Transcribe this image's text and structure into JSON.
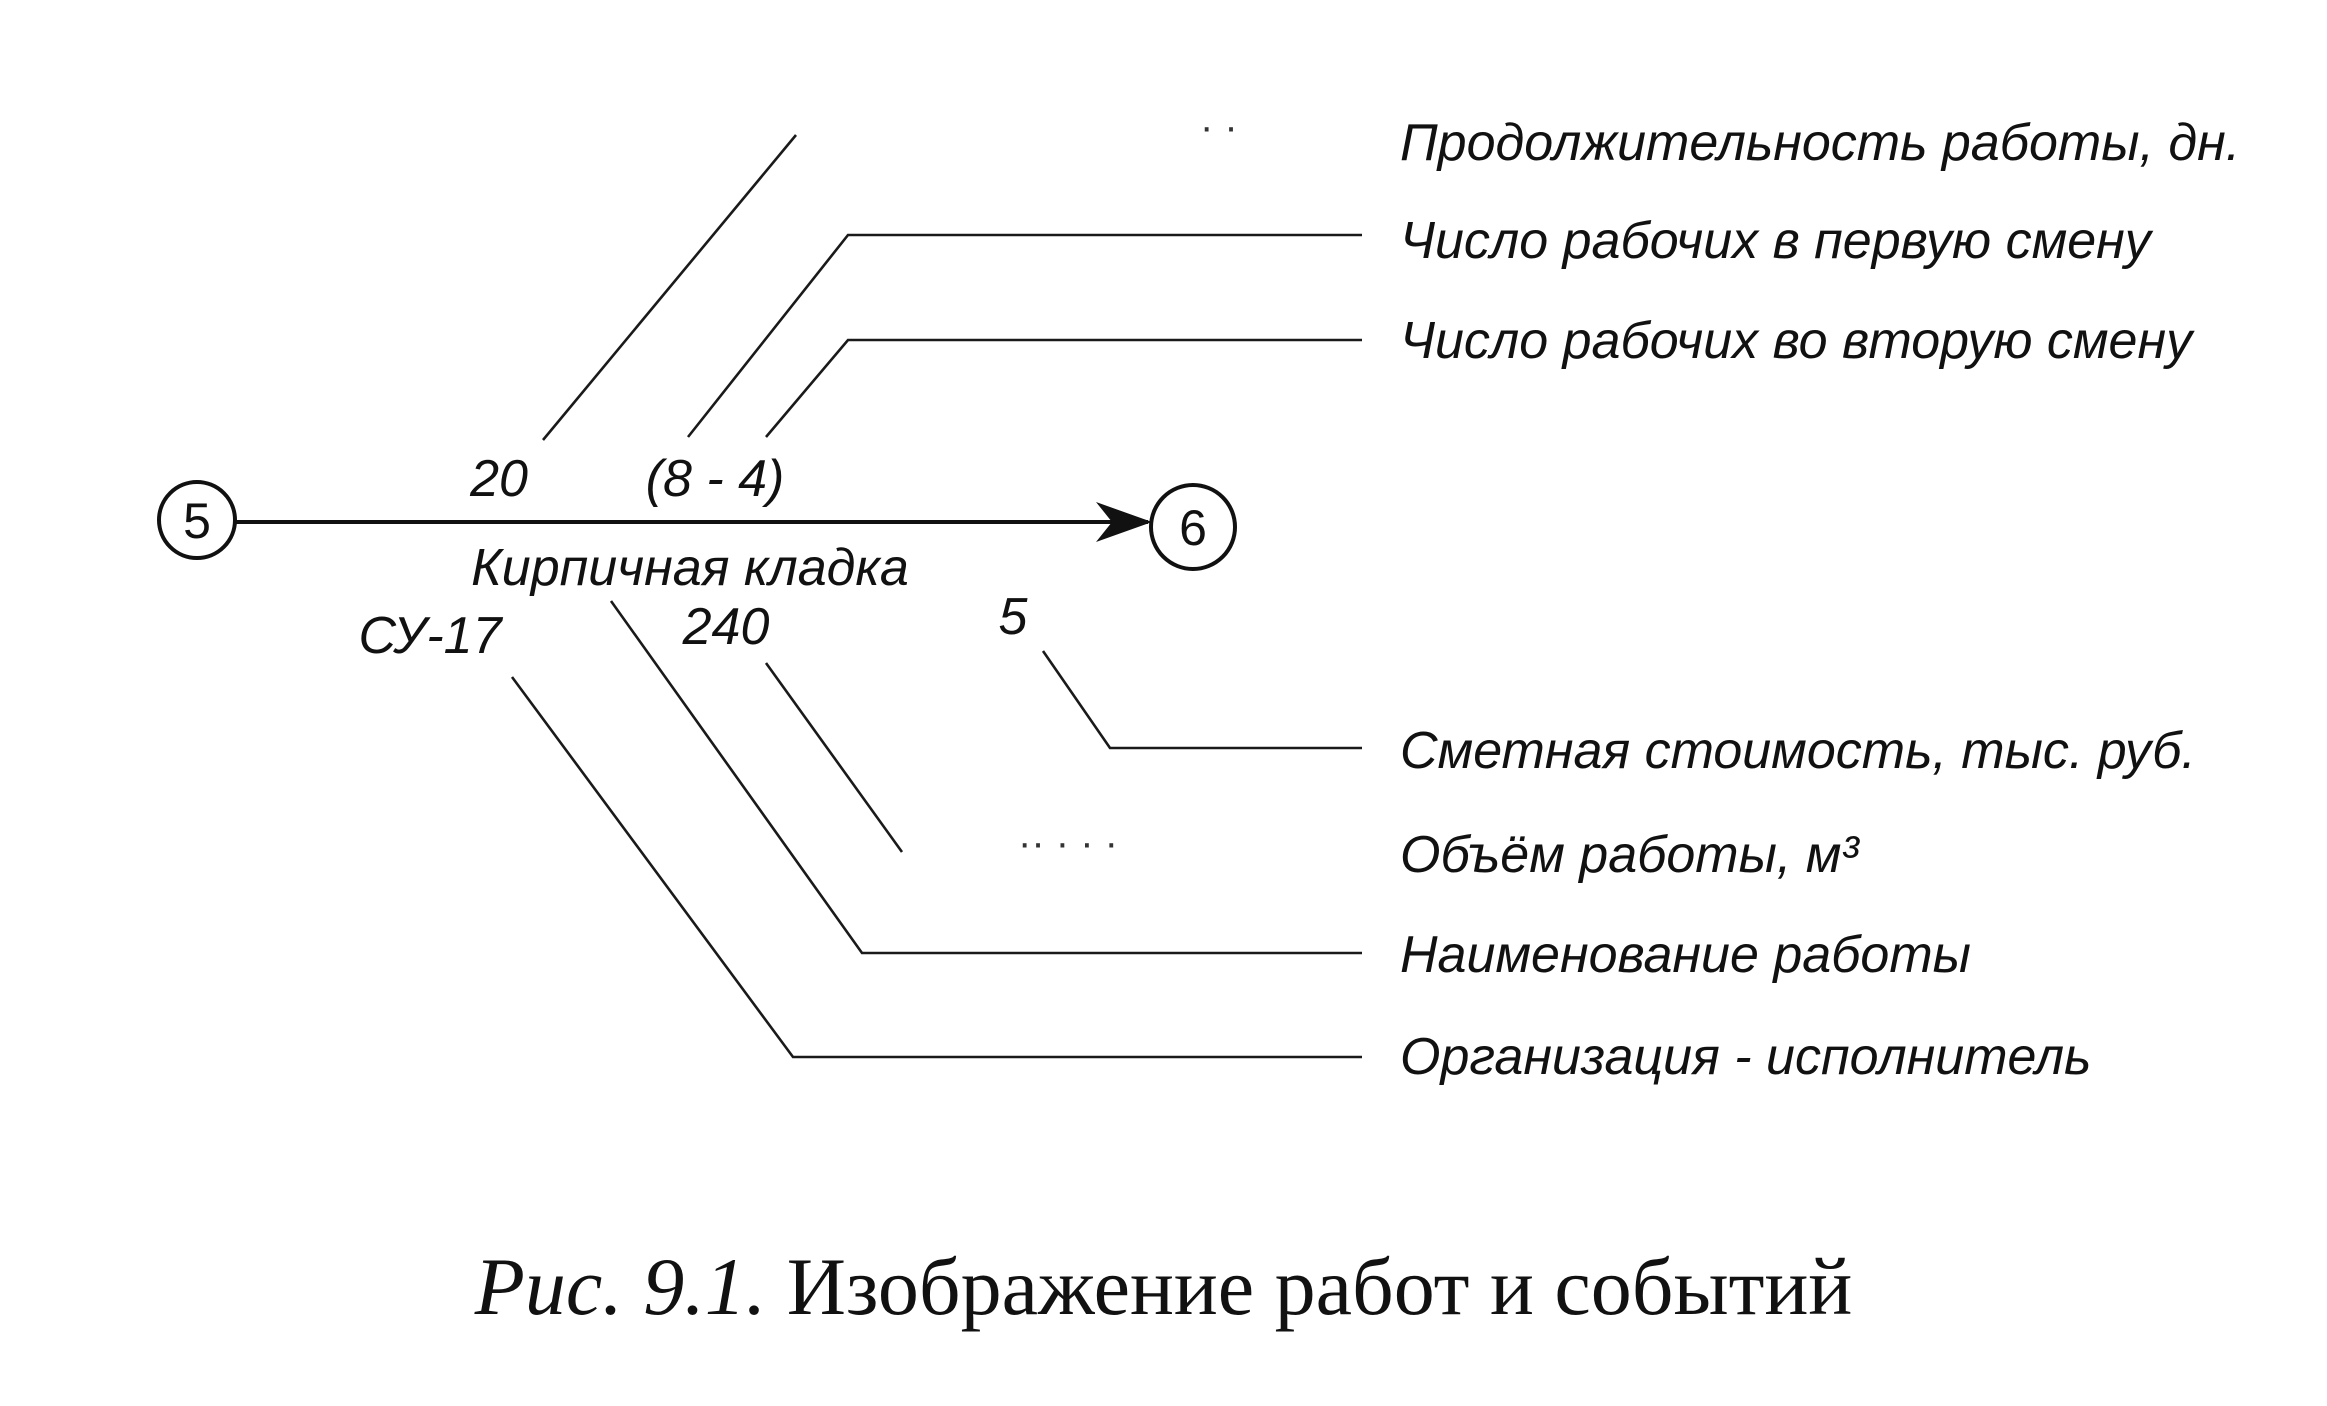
{
  "event_start": "5",
  "event_end": "6",
  "above_arrow": {
    "duration_value": "20",
    "workers_value": "(8 - 4)"
  },
  "below_arrow": {
    "work_name": "Кирпичная кладка",
    "organization": "СУ-17",
    "volume_value": "240",
    "cost_value": "5"
  },
  "annotations": {
    "duration": "Продолжительность работы, дн.",
    "workers_first_shift": "Число рабочих в первую смену",
    "workers_second_shift": "Число рабочих во вторую смену",
    "estimated_cost": "Сметная стоимость, тыс. руб.",
    "volume": "Объём работы, м³",
    "work_name": "Наименование работы",
    "organization": "Организация - исполнитель"
  },
  "caption": {
    "prefix": "Рис. 9.1.",
    "text": "Изображение работ и событий"
  }
}
